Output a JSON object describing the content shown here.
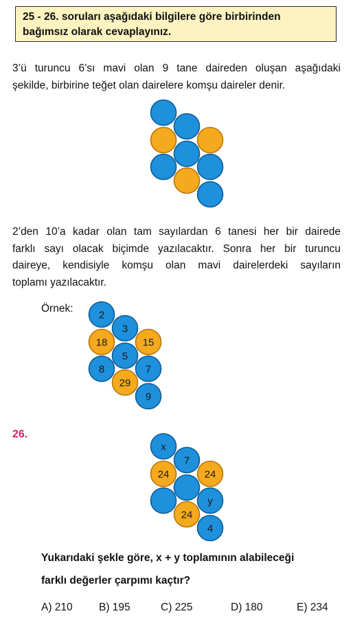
{
  "header": {
    "line1": "25 - 26. soruları aşağıdaki bilgilere göre birbirinden",
    "line2": "bağımsız olarak cevaplayınız."
  },
  "intro": {
    "line1": "3’ü turuncu 6’sı mavi olan 9 tane daireden oluşan aşağıdaki",
    "line2": "şekilde, birbirine teğet olan dairelere komşu daireler denir."
  },
  "rules": {
    "line1": "2’den 10’a kadar olan tam sayılardan 6 tanesi her bir dairede",
    "line2": "farklı sayı olacak biçimde yazılacaktır. Sonra her bir turuncu",
    "line3": "daireye, kendisiyle komşu olan mavi dairelerdeki sayıların",
    "line4": "toplamı yazılacaktır."
  },
  "example_label": "Örnek:",
  "colors": {
    "blue": "#1e90dc",
    "orange": "#f5aa1e",
    "question_number": "#d0216e"
  },
  "figure_plain": {
    "circles": [
      {
        "color": "blue",
        "text": ""
      },
      {
        "color": "blue",
        "text": ""
      },
      {
        "color": "orange",
        "text": ""
      },
      {
        "color": "orange",
        "text": ""
      },
      {
        "color": "blue",
        "text": ""
      },
      {
        "color": "blue",
        "text": ""
      },
      {
        "color": "blue",
        "text": ""
      },
      {
        "color": "orange",
        "text": ""
      },
      {
        "color": "blue",
        "text": ""
      }
    ]
  },
  "figure_example": {
    "circles": [
      {
        "color": "blue",
        "text": "2"
      },
      {
        "color": "blue",
        "text": "3"
      },
      {
        "color": "orange",
        "text": "18"
      },
      {
        "color": "orange",
        "text": "15"
      },
      {
        "color": "blue",
        "text": "5"
      },
      {
        "color": "blue",
        "text": "8"
      },
      {
        "color": "blue",
        "text": "7"
      },
      {
        "color": "orange",
        "text": "29"
      },
      {
        "color": "blue",
        "text": "9"
      }
    ]
  },
  "question_number": "26.",
  "figure_question": {
    "circles": [
      {
        "color": "blue",
        "text": "x"
      },
      {
        "color": "blue",
        "text": "7"
      },
      {
        "color": "orange",
        "text": "24"
      },
      {
        "color": "orange",
        "text": "24"
      },
      {
        "color": "blue",
        "text": ""
      },
      {
        "color": "blue",
        "text": ""
      },
      {
        "color": "blue",
        "text": "y"
      },
      {
        "color": "orange",
        "text": "24"
      },
      {
        "color": "blue",
        "text": "4"
      }
    ]
  },
  "question": {
    "line1": "Yukarıdaki şekle göre,  x + y  toplamının alabileceği",
    "line2": "farklı değerler çarpımı kaçtır?"
  },
  "choices": [
    "A) 210",
    "B) 195",
    "C) 225",
    "D) 180",
    "E) 234"
  ]
}
